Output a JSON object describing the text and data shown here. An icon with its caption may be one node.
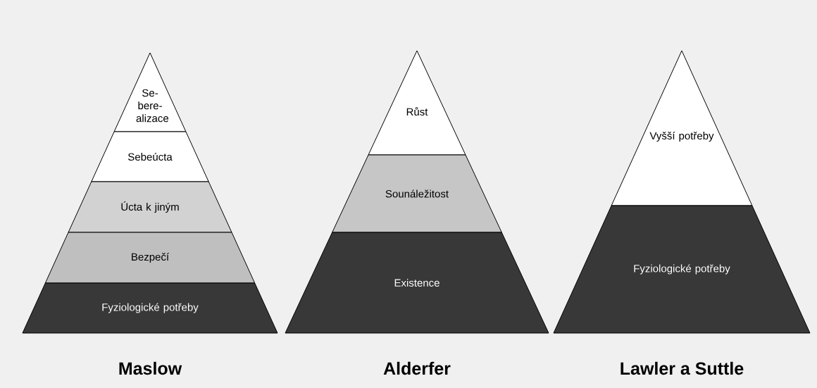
{
  "diagram": {
    "nodes": [
      {
        "text": [
          "Se- bere- alizace"
        ]
      },
      {
        "text": [
          "Sebeúcta"
        ]
      },
      {
        "text": [
          "Úcta k jiným"
        ]
      },
      {
        "text": [
          "Bezpečí"
        ]
      },
      {
        "text": [
          "Fyziologické potřeby"
        ]
      },
      {
        "text": [
          "Růst"
        ]
      },
      {
        "text": [
          "Sounáležitost"
        ]
      },
      {
        "text": [
          "Existence"
        ]
      },
      {
        "text": [
          "Vyšší potřeby"
        ]
      },
      {
        "text": [
          "Fyziologické potřeby"
        ]
      }
    ],
    "labels": [
      "Maslow",
      "Alderfer",
      "Lawler a Suttle"
    ]
  }
}
